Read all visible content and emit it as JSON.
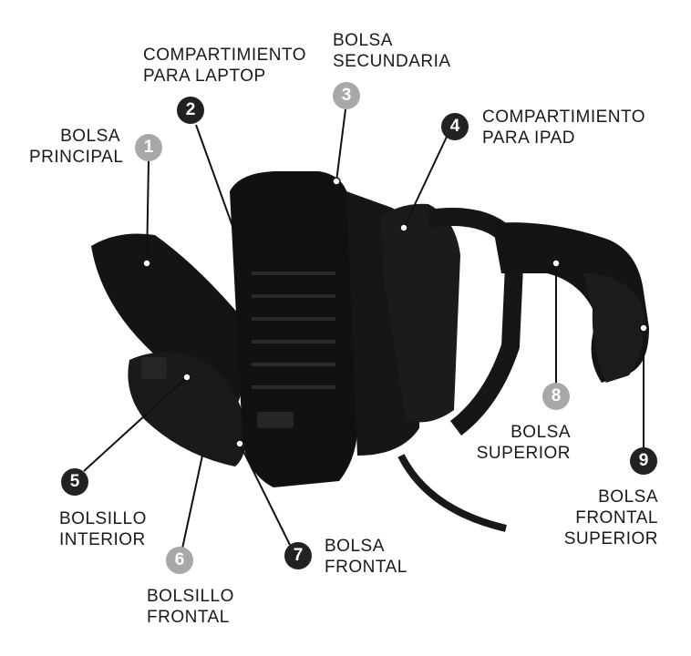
{
  "callouts": [
    {
      "number": "1",
      "lines": [
        "BOLSA",
        "PRINCIPAL"
      ],
      "tone": "light"
    },
    {
      "number": "2",
      "lines": [
        "COMPARTIMIENTO",
        "PARA LAPTOP"
      ],
      "tone": "dark"
    },
    {
      "number": "3",
      "lines": [
        "BOLSA",
        "SECUNDARIA"
      ],
      "tone": "light"
    },
    {
      "number": "4",
      "lines": [
        "COMPARTIMIENTO",
        "PARA IPAD"
      ],
      "tone": "dark"
    },
    {
      "number": "5",
      "lines": [
        "BOLSILLO",
        "INTERIOR"
      ],
      "tone": "dark"
    },
    {
      "number": "6",
      "lines": [
        "BOLSILLO",
        "FRONTAL"
      ],
      "tone": "light"
    },
    {
      "number": "7",
      "lines": [
        "BOLSA",
        "FRONTAL"
      ],
      "tone": "dark"
    },
    {
      "number": "8",
      "lines": [
        "BOLSA",
        "SUPERIOR"
      ],
      "tone": "light"
    },
    {
      "number": "9",
      "lines": [
        "BOLSA",
        "FRONTAL",
        "SUPERIOR"
      ],
      "tone": "dark"
    }
  ],
  "colors": {
    "dark_badge": "#222222",
    "light_badge": "#a8a8a8",
    "backpack": "#111111"
  }
}
